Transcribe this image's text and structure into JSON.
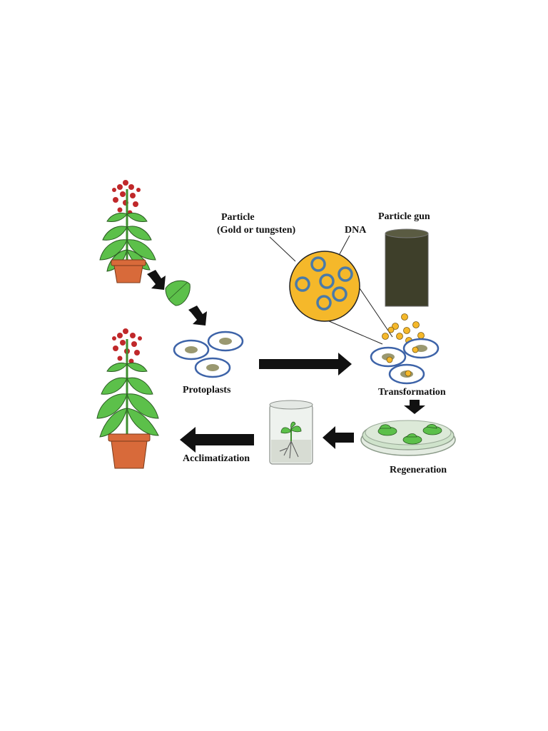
{
  "labels": {
    "particle_line1": "Particle",
    "particle_line2": "(Gold or tungsten)",
    "dna": "DNA",
    "particle_gun": "Particle gun",
    "protoplasts": "Protoplasts",
    "transformation": "Transformation",
    "regeneration": "Regeneration",
    "acclimatization": "Acclimatization"
  },
  "colors": {
    "leaf": "#5cc04a",
    "leaf_outline": "#2a5a22",
    "stem": "#3f8f2f",
    "flower": "#c0282a",
    "pot": "#d86a3a",
    "particle": "#f5b82a",
    "dna_ring": "#4a7aa8",
    "cell_outline": "#3d63a8",
    "nucleus": "#9a9870",
    "gun": "#3e3f2a",
    "arrow": "#111111",
    "dish": "#bcd6b8"
  }
}
